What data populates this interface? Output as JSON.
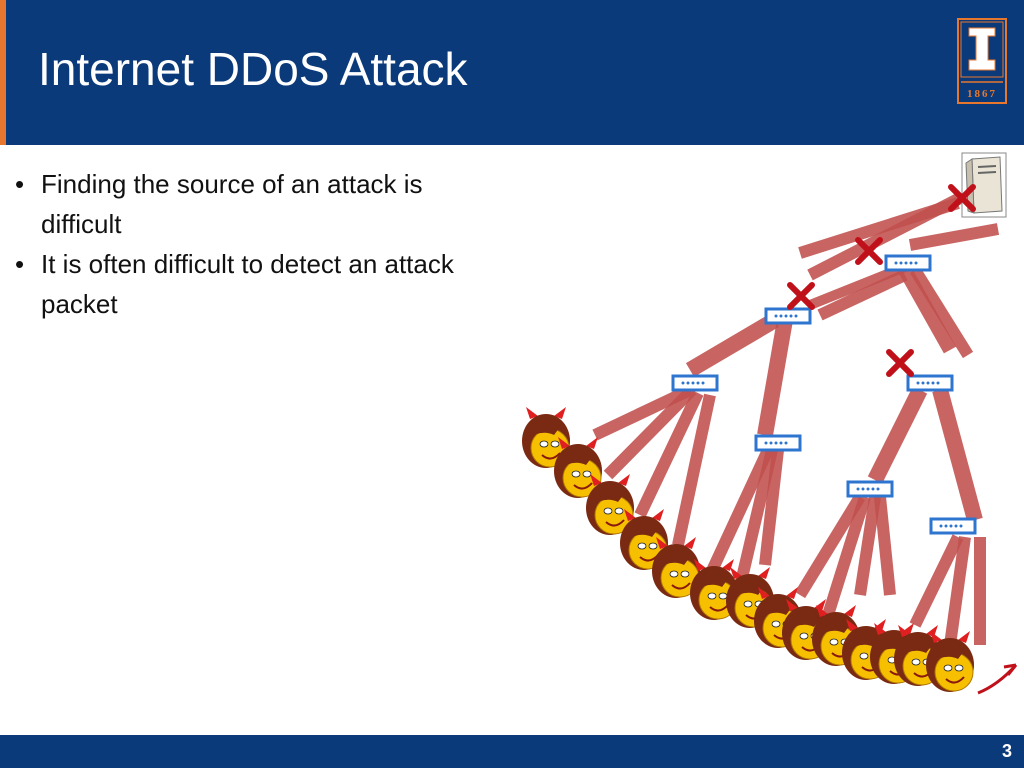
{
  "slide": {
    "title": "Internet DDoS Attack",
    "logo_year": "1867",
    "bullets": [
      "Finding the source of an attack is difficult",
      "It is often difficult to detect an attack packet"
    ],
    "page_number": "3"
  },
  "colors": {
    "header_bg": "#0b3a7a",
    "accent": "#e8772e",
    "link": "#c0504d",
    "router": "#2e75d0",
    "block": "#e02020"
  },
  "icons": [
    "server-icon",
    "router-icon",
    "block-x-icon",
    "devil-attacker-icon",
    "block-i-logo"
  ]
}
